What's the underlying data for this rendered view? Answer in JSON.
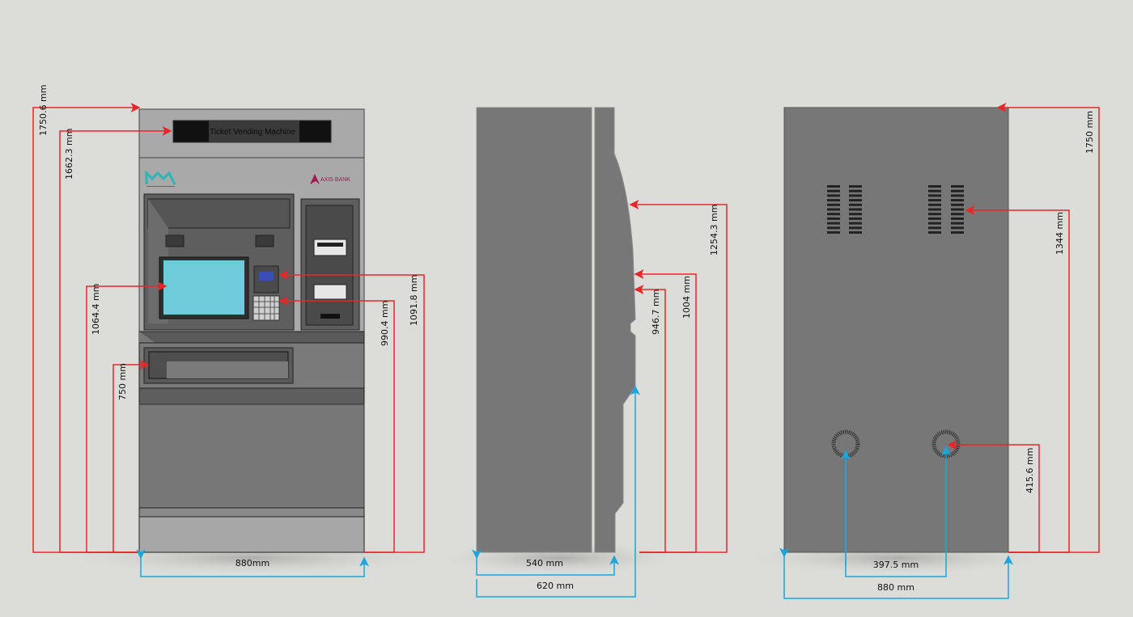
{
  "title": "Ticket Vending Machine dimension drawing",
  "colors": {
    "background": "#dcdcd8",
    "height_dim_line": "#e8262a",
    "width_dim_line": "#1aa7dd",
    "body_gray": "#777777",
    "screen": "#6ecbd9"
  },
  "front_view": {
    "display_text": "Ticket Vending Machine",
    "logo_left": "kmrl-logo",
    "logo_right_text": "AXIS BANK",
    "dimensions": {
      "total_height": "1750.6 mm",
      "display_height": "1662.3 mm",
      "screen_height": "1064.4 mm",
      "card_reader_height": "1091.8 mm",
      "keypad_height": "990.4 mm",
      "tray_height": "750 mm",
      "width": "880mm"
    }
  },
  "side_view": {
    "dimensions": {
      "curve_top": "1254.3 mm",
      "upper_ledge": "1004 mm",
      "lower_ledge": "946.7 mm",
      "body_depth": "540 mm",
      "total_depth": "620 mm"
    }
  },
  "back_view": {
    "dimensions": {
      "total_height": "1750 mm",
      "vent_height": "1344 mm",
      "fan_height": "415.6 mm",
      "fan_spacing": "397.5 mm",
      "width": "880 mm"
    }
  }
}
